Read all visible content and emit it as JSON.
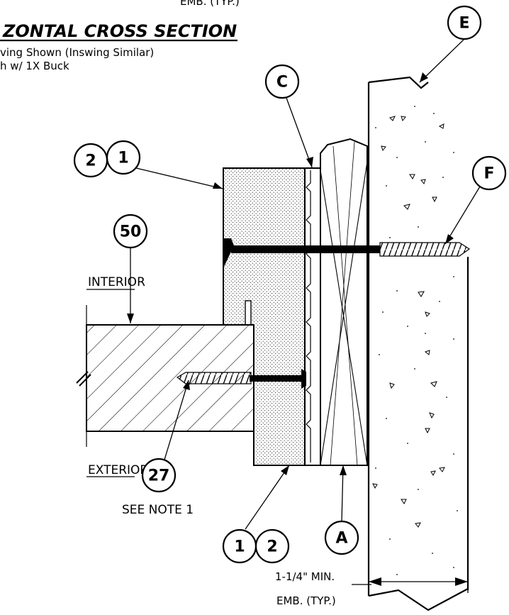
{
  "top_note": "EMB. (TYP.)",
  "title": "ZONTAL CROSS SECTION",
  "subtitle_line1": "ving Shown (Inswing Similar)",
  "subtitle_line2": "h w/ 1X Buck",
  "labels": {
    "interior": "INTERIOR",
    "exterior": "EXTERIOR",
    "see_note": "SEE NOTE 1",
    "emb_line1": "1-1/4\" MIN.",
    "emb_line2": "EMB. (TYP.)"
  },
  "callouts": {
    "E": "E",
    "C": "C",
    "F": "F",
    "A": "A",
    "n2_top": "2",
    "n1_top": "1",
    "n50": "50",
    "n27": "27",
    "n1_bottom": "1",
    "n2_bottom": "2"
  },
  "colors": {
    "line": "#000000",
    "background": "#ffffff"
  }
}
